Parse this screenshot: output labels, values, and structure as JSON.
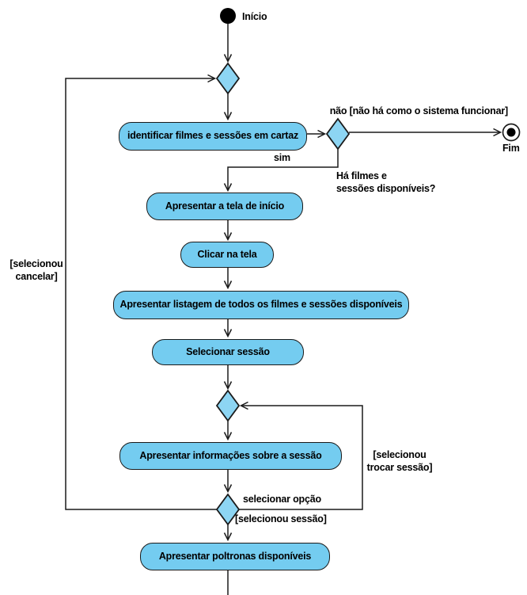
{
  "diagram": {
    "start": {
      "label": "Início"
    },
    "end": {
      "label": "Fim"
    },
    "activities": [
      {
        "id": "identificar",
        "label": "identificar filmes e sessões em cartaz"
      },
      {
        "id": "tela_inicio",
        "label": "Apresentar a tela de início"
      },
      {
        "id": "clicar_tela",
        "label": "Clicar na tela"
      },
      {
        "id": "listagem",
        "label": "Apresentar listagem de todos os filmes e sessões disponíveis"
      },
      {
        "id": "selecionar_sessao",
        "label": "Selecionar sessão"
      },
      {
        "id": "informacoes_sessao",
        "label": "Apresentar informações sobre a sessão"
      },
      {
        "id": "poltronas",
        "label": "Apresentar poltronas disponíveis"
      }
    ],
    "edge_labels": {
      "nao": "não [não há como o sistema funcionar]",
      "sim": "sim",
      "ha_filmes": [
        "Há filmes e",
        "sessões disponíveis?"
      ],
      "selecionou_cancelar": [
        "[selecionou",
        "cancelar]"
      ],
      "selecionou_trocar": [
        "[selecionou",
        "trocar sessão]"
      ],
      "selecionar_opcao": "selecionar opção",
      "selecionou_sessao": "[selecionou sessão]"
    },
    "colors": {
      "activity_fill": "#74CCF0",
      "decision_fill": "#8DD5F3",
      "stroke": "#1A1A1A",
      "text": "#000000",
      "bg": "#FFFFFF"
    }
  }
}
